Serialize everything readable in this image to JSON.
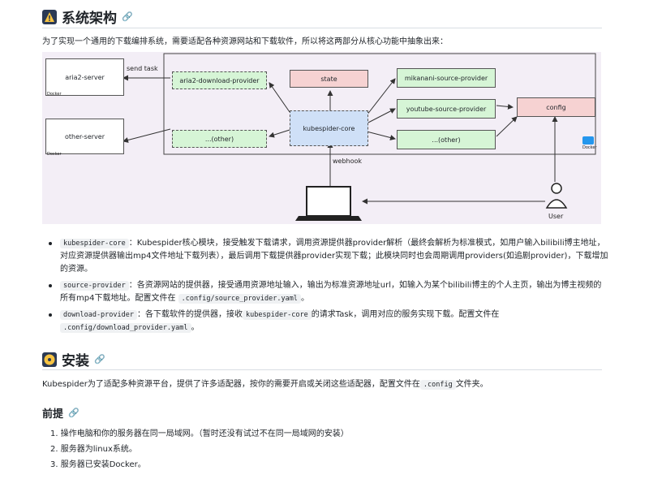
{
  "section1": {
    "title": "系统架构",
    "intro": "为了实现一个通用的下载编排系统，需要适配各种资源网站和下载软件，所以将这两部分从核心功能中抽象出来："
  },
  "diagram": {
    "aria2_server": "aria2-server",
    "other_server": "other-server",
    "send_task": "send task",
    "aria2_provider": "aria2-download-provider",
    "other_provider": "...(other)",
    "state": "state",
    "core": "kubespider-core",
    "mikanani": "mikanani-source-provider",
    "youtube": "youtube-source-provider",
    "other_source": "...(other)",
    "config": "config",
    "webhook": "webhook",
    "user": "User",
    "docker": "Docker"
  },
  "bullets": [
    {
      "code": "kubespider-core",
      "text": "：Kubespider核心模块，接受触发下载请求，调用资源提供器provider解析（最终会解析为标准模式，如用户输入bilibili博主地址，对应资源提供器输出mp4文件地址下载列表），最后调用下载提供器provider实现下载；此模块同时也会周期调用providers(如追剧provider)，下载增加的资源。"
    },
    {
      "code": "source-provider",
      "text": "：各资源网站的提供器，接受通用资源地址输入，输出为标准资源地址url，如输入为某个bilibili博主的个人主页，输出为博主视频的所有mp4下载地址。配置文件在",
      "code2": ".config/source_provider.yaml",
      "tail": "。"
    },
    {
      "code": "download-provider",
      "text": "：各下载软件的提供器，接收",
      "code2": "kubespider-core",
      "mid": "的请求Task，调用对应的服务实现下载。配置文件在",
      "code3": ".config/download_provider.yaml",
      "tail": "。"
    }
  ],
  "section2": {
    "title": "安装",
    "intro_pre": "Kubespider为了适配多种资源平台，提供了许多适配器，按你的需要开启或关闭这些适配器，配置文件在",
    "intro_code": ".config",
    "intro_post": "文件夹。"
  },
  "section3": {
    "title": "前提",
    "items": [
      "操作电脑和你的服务器在同一局域网。（暂时还没有试过不在同一局域网的安装）",
      "服务器为linux系统。",
      "服务器已安装Docker。"
    ]
  }
}
